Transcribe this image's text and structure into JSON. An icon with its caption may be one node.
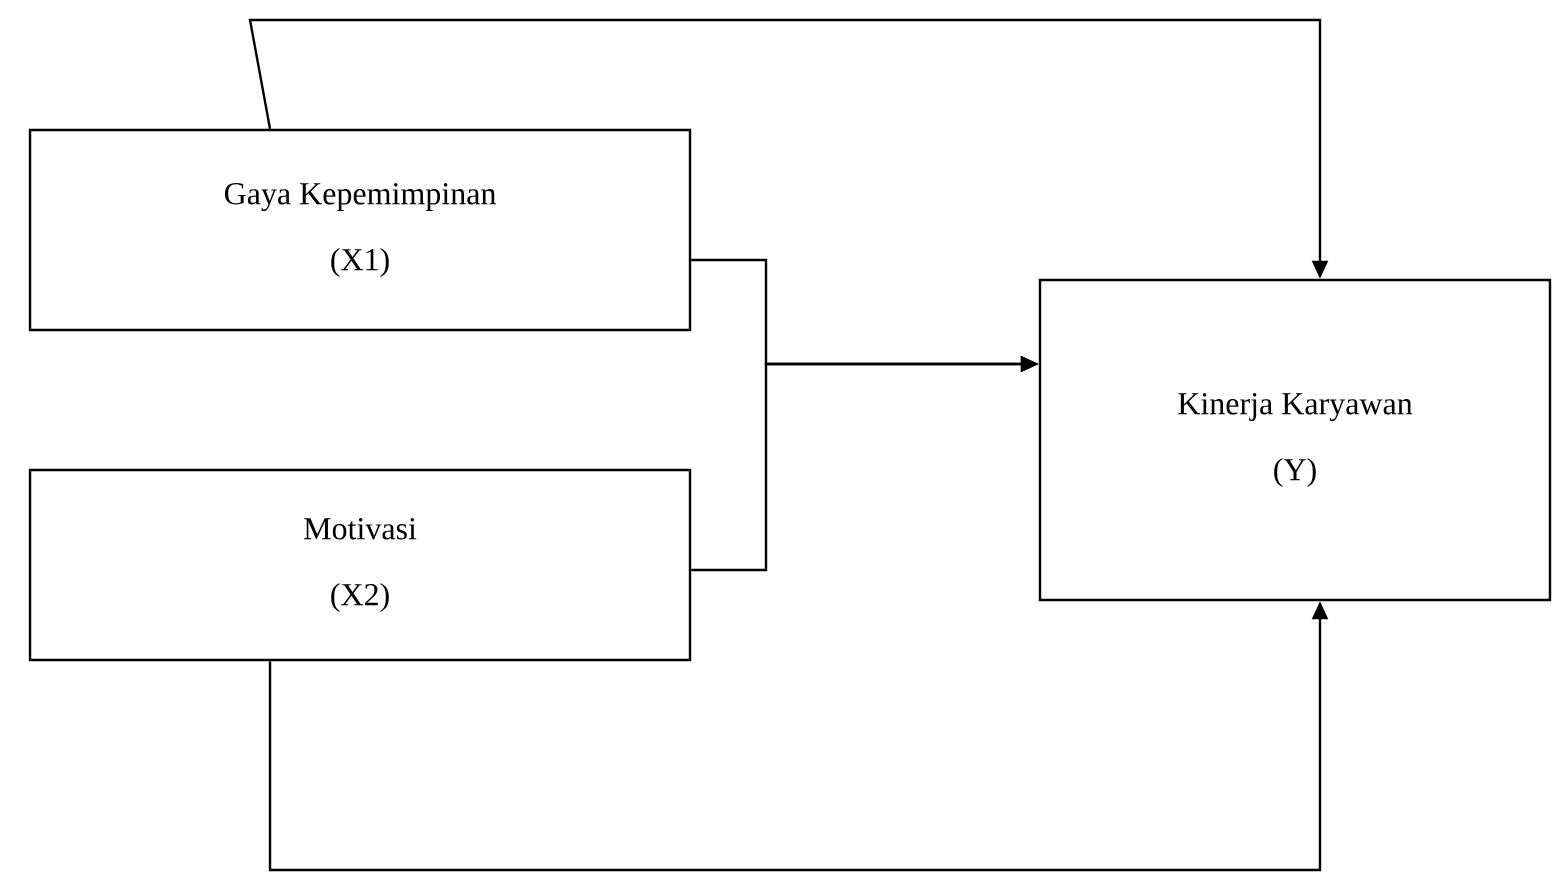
{
  "diagram": {
    "nodes": [
      {
        "text": [
          "Gaya Kepemimpinan",
          "(X1)"
        ]
      },
      {
        "text": [
          "Motivasi",
          "(X2)"
        ]
      },
      {
        "text": [
          "Kinerja Karyawan",
          "(Y)"
        ]
      }
    ],
    "edges": [
      {
        "from": 0,
        "to": 2,
        "arrow": "to"
      },
      {
        "from": 0,
        "to": 2,
        "arrow": "to"
      },
      {
        "from": 1,
        "to": 2,
        "arrow": "to"
      },
      {
        "from": 1,
        "to": 2,
        "arrow": "to"
      }
    ]
  }
}
